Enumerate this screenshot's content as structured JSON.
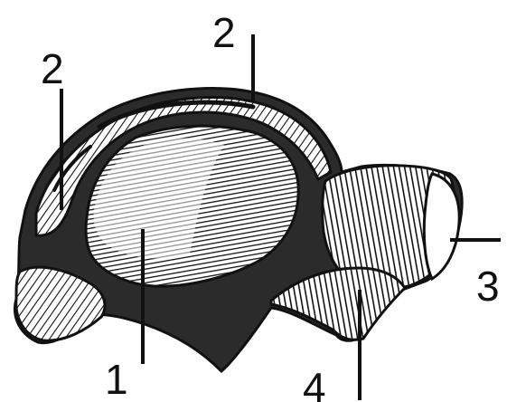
{
  "labels": {
    "l1": "1",
    "l2a": "2",
    "l2b": "2",
    "l3": "3",
    "l4": "4"
  },
  "colors": {
    "ink": "#111111",
    "paper": "#ffffff",
    "shade": "#2b2b2b"
  }
}
